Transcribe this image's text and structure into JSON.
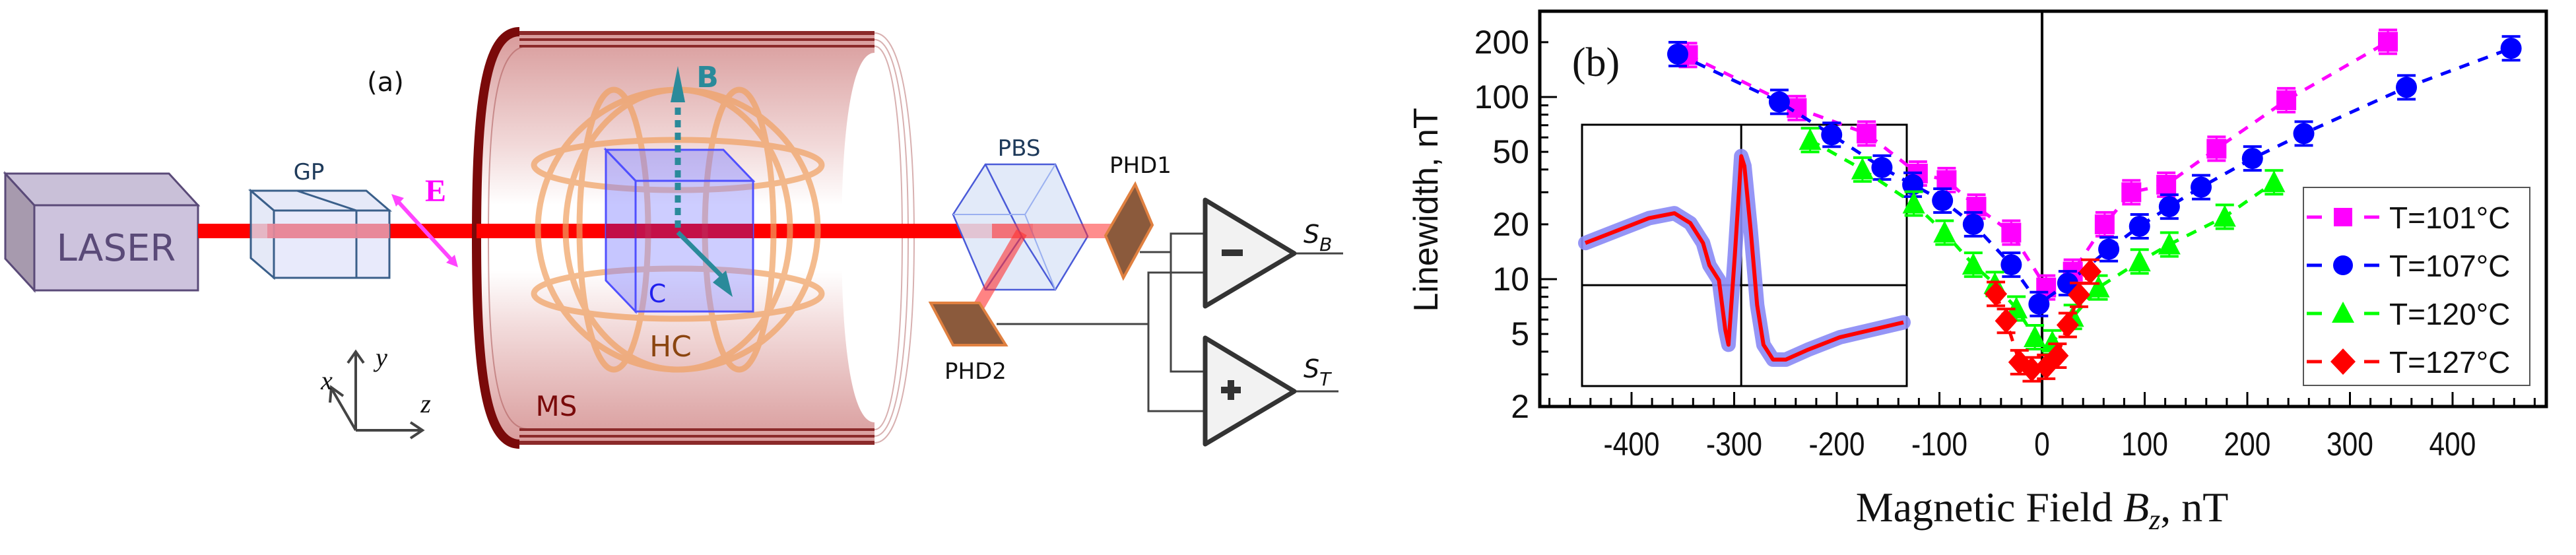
{
  "panel_a": {
    "label": "(a)",
    "components": {
      "laser": "LASER",
      "gp": "GP",
      "e_field": "E",
      "b_field": "B",
      "cell": "C",
      "coils": "HC",
      "shield": "MS",
      "pbs": "PBS",
      "phd1": "PHD1",
      "phd2": "PHD2",
      "amp_minus": "−",
      "amp_plus": "+",
      "out_b_main": "S",
      "out_b_sub": "B",
      "out_t_main": "S",
      "out_t_sub": "T"
    },
    "axes": {
      "x": "x",
      "y": "y",
      "z": "z"
    },
    "colors": {
      "beam": "#ff0000",
      "shield": "#7a0a0a",
      "coil": "#f0a060",
      "cell": "#8080ff",
      "e_arrow": "#ff33ff",
      "b_arrow": "#2a8a9a",
      "detector": "#8b5a3c"
    }
  },
  "chart_data": {
    "type": "scatter",
    "panel_label": "(b)",
    "title": "",
    "xlabel_main": "Magnetic Field ",
    "xlabel_var": "B",
    "xlabel_sub": "z",
    "xlabel_unit": ", nT",
    "ylabel": "Linewidth, nT",
    "xlim": [
      -490,
      490
    ],
    "ylim": [
      2,
      296
    ],
    "yscale": "log",
    "x_ticks": [
      -400,
      -300,
      -200,
      -100,
      0,
      100,
      200,
      300,
      400
    ],
    "x_tick_labels": [
      "-400",
      "-300",
      "-200",
      "-100",
      "0",
      "100",
      "200",
      "300",
      "400"
    ],
    "y_ticks": [
      2,
      5,
      10,
      20,
      50,
      100,
      200
    ],
    "y_tick_labels": [
      "2",
      "5",
      "10",
      "20",
      "50",
      "100",
      "200"
    ],
    "grid": false,
    "zero_line": true,
    "legend_position": "right",
    "series": [
      {
        "name": "T=101°C",
        "color": "#ff00ff",
        "marker": "square",
        "line": "dashed",
        "points": [
          [
            -345,
            170
          ],
          [
            -239,
            87
          ],
          [
            -171,
            63
          ],
          [
            -121,
            38
          ],
          [
            -93,
            35
          ],
          [
            -64,
            25
          ],
          [
            -30,
            18
          ],
          [
            4,
            9
          ],
          [
            30,
            11
          ],
          [
            61,
            20
          ],
          [
            87,
            30
          ],
          [
            121,
            33
          ],
          [
            170,
            52
          ],
          [
            238,
            96
          ],
          [
            337,
            201
          ]
        ]
      },
      {
        "name": "T=107°C",
        "color": "#0000ff",
        "marker": "circle",
        "line": "dashed",
        "points": [
          [
            -355,
            172
          ],
          [
            -256,
            94
          ],
          [
            -205,
            62
          ],
          [
            -156,
            41
          ],
          [
            -126,
            33
          ],
          [
            -97,
            27
          ],
          [
            -67,
            20
          ],
          [
            -30,
            12
          ],
          [
            -3,
            7.3
          ],
          [
            25,
            9.5
          ],
          [
            65,
            14.6
          ],
          [
            95,
            19.5
          ],
          [
            124,
            25
          ],
          [
            155,
            32
          ],
          [
            205,
            46
          ],
          [
            255,
            63
          ],
          [
            355,
            113
          ],
          [
            457,
            185
          ]
        ]
      },
      {
        "name": "T=120°C",
        "color": "#00ff00",
        "marker": "triangle",
        "line": "dashed",
        "points": [
          [
            -226,
            58
          ],
          [
            -175,
            40
          ],
          [
            -125,
            26
          ],
          [
            -95,
            18
          ],
          [
            -67,
            12
          ],
          [
            -46,
            9.4
          ],
          [
            -25,
            6.9
          ],
          [
            -7,
            4.8
          ],
          [
            10,
            4.5
          ],
          [
            30,
            6.2
          ],
          [
            55,
            9
          ],
          [
            95,
            12.5
          ],
          [
            124,
            15.5
          ],
          [
            178,
            22
          ],
          [
            226,
            34
          ]
        ]
      },
      {
        "name": "T=127°C",
        "color": "#ff0000",
        "marker": "diamond",
        "line": "dashed",
        "points": [
          [
            -45,
            8.3
          ],
          [
            -35,
            5.9
          ],
          [
            -22,
            3.5
          ],
          [
            -10,
            3.2
          ],
          [
            4,
            3.3
          ],
          [
            15,
            3.8
          ],
          [
            25,
            5.6
          ],
          [
            36,
            8.2
          ],
          [
            47,
            11
          ]
        ]
      }
    ],
    "inset": {
      "description": "Resonance signal: measured (blue band) and fit (red)",
      "measured_color": "#8a8af5",
      "fit_color": "#ff0000",
      "curve": [
        [
          0,
          0.55
        ],
        [
          0.1,
          0.6
        ],
        [
          0.2,
          0.65
        ],
        [
          0.28,
          0.67
        ],
        [
          0.33,
          0.63
        ],
        [
          0.37,
          0.55
        ],
        [
          0.39,
          0.46
        ],
        [
          0.41,
          0.42
        ],
        [
          0.42,
          0.4
        ],
        [
          0.44,
          0.2
        ],
        [
          0.45,
          0.14
        ],
        [
          0.47,
          0.5
        ],
        [
          0.49,
          0.9
        ],
        [
          0.5,
          0.86
        ],
        [
          0.52,
          0.6
        ],
        [
          0.54,
          0.3
        ],
        [
          0.56,
          0.14
        ],
        [
          0.59,
          0.08
        ],
        [
          0.63,
          0.08
        ],
        [
          0.7,
          0.12
        ],
        [
          0.8,
          0.17
        ],
        [
          0.9,
          0.2
        ],
        [
          1.0,
          0.23
        ]
      ]
    }
  }
}
